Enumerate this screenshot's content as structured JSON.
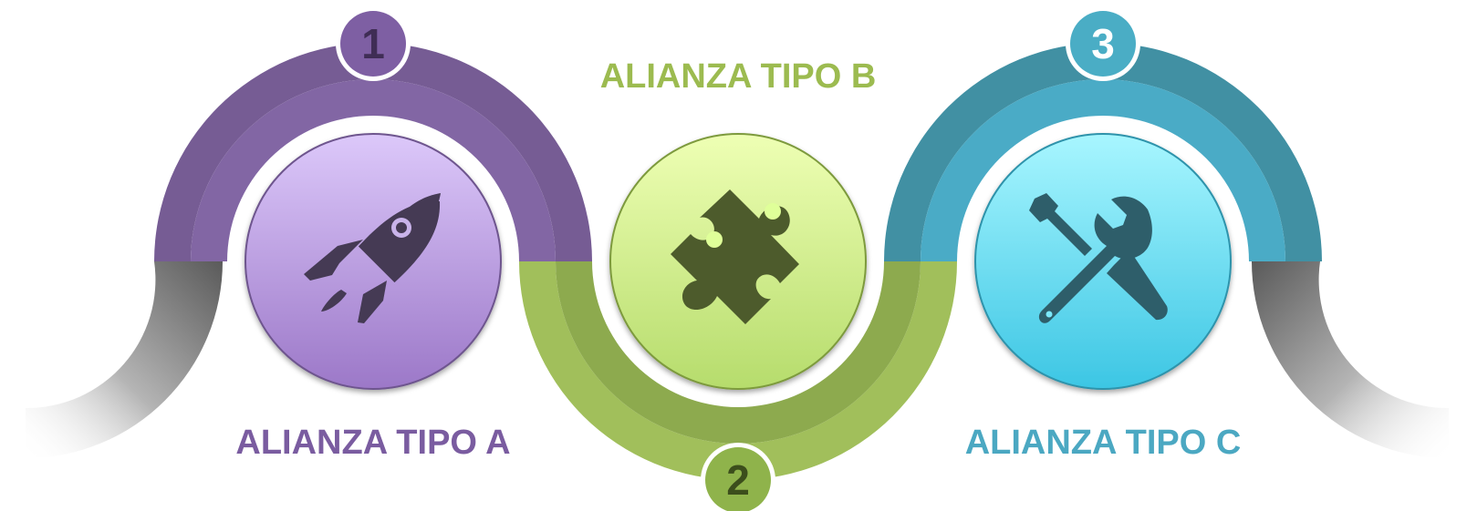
{
  "steps": [
    {
      "number": "1",
      "label": "ALIANZA TIPO A",
      "icon": "rocket-icon",
      "color": "#7E5FA3",
      "text_color": "#7A5CA0"
    },
    {
      "number": "2",
      "label": "ALIANZA TIPO B",
      "icon": "puzzle-piece-icon",
      "color": "#8FB34B",
      "text_color": "#9CBB50"
    },
    {
      "number": "3",
      "label": "ALIANZA TIPO C",
      "icon": "tools-icon",
      "color": "#4AADC5",
      "text_color": "#4BA8C2"
    }
  ],
  "colors": {
    "purple_outer": "#765C94",
    "purple_inner": "#8266A4",
    "green_outer": "#A1BF5B",
    "green_inner": "#8DAA4E",
    "blue_outer": "#4190A3",
    "blue_inner": "#4AABC6",
    "connector_gray": "#6E6E6E"
  }
}
